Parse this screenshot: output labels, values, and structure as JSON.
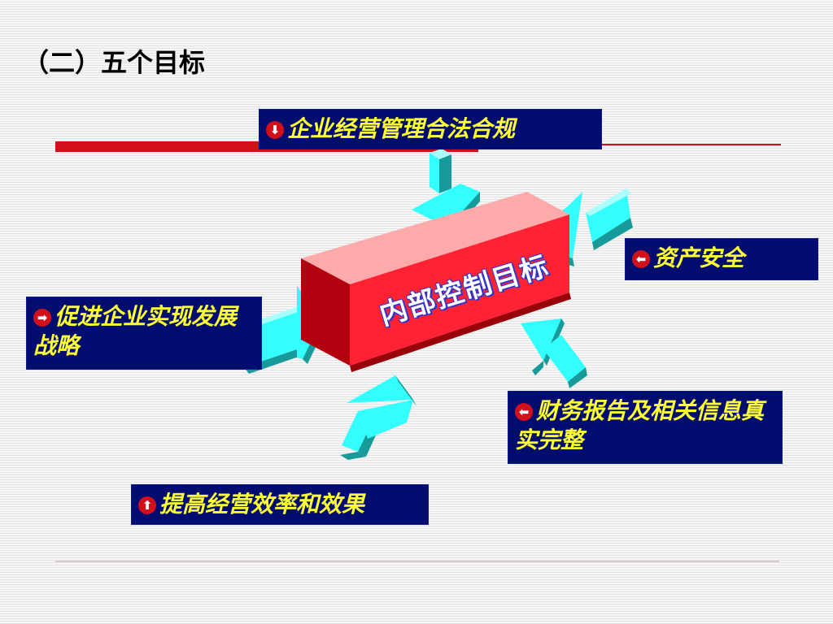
{
  "slide": {
    "title": "（二）五个目标"
  },
  "center": {
    "label": "内部控制目标"
  },
  "goals": [
    {
      "text": "企业经营管理合法合规",
      "bullet_icon": "arrow-down-icon"
    },
    {
      "text": "资产安全",
      "bullet_icon": "arrow-left-icon"
    },
    {
      "text": "促进企业实现发展战略",
      "bullet_icon": "arrow-right-icon"
    },
    {
      "text": "财务报告及相关信息真实完整",
      "bullet_icon": "arrow-left-icon"
    },
    {
      "text": "提高经营效率和效果",
      "bullet_icon": "arrow-up-icon"
    }
  ],
  "colors": {
    "box_bg": "#000d6e",
    "box_text": "#ffff33",
    "arrow": "#33ffff",
    "block_front": "#ff2233",
    "accent": "#d2101c"
  }
}
